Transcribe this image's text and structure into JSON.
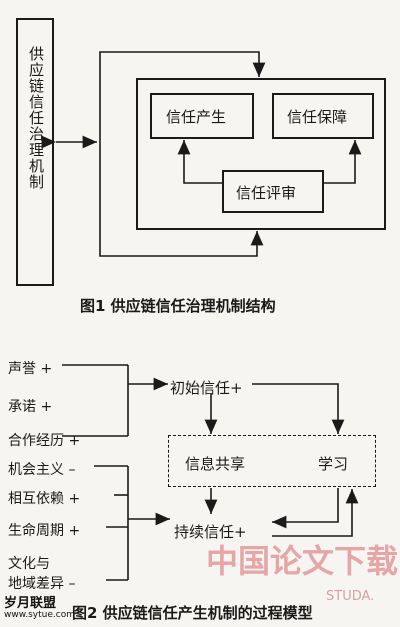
{
  "figure1": {
    "vertical_box": "供应链信任治理机制",
    "trust_creation": "信任产生",
    "trust_assurance": "信任保障",
    "trust_evaluation": "信任评审",
    "caption": "图1  供应链信任治理机制结构"
  },
  "figure2": {
    "factors": [
      "声誉 +",
      "承诺 +",
      "合作经历 +",
      "机会主义 –",
      "相互依赖 +",
      "生命周期 +",
      "文化与",
      "地域差异 –"
    ],
    "initial_trust": "初始信任+",
    "info_sharing": "信息共享",
    "learning": "学习",
    "sustained_trust": "持续信任+",
    "caption": "图2  供应链信任产生机制的过程模型"
  },
  "watermark": {
    "main": "中国论文下载",
    "site": "STUDA.",
    "logo": "岁月联盟",
    "logo_url": "www.sytue.com"
  }
}
